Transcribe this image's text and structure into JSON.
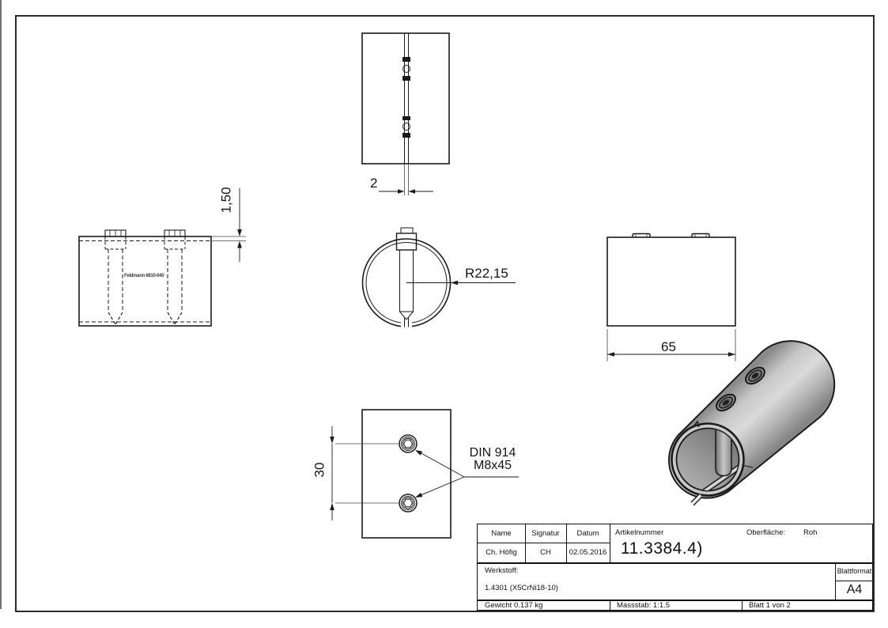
{
  "dims": {
    "slot_width": "2",
    "wall_thickness": "1,50",
    "radius": "R22,15",
    "length": "65",
    "screw_spacing": "30"
  },
  "note": {
    "line1": "DIN 914",
    "line2": "M8x45"
  },
  "watermark": "Feldmann 8810-040",
  "title_block": {
    "headers": {
      "name": "Name",
      "signatur": "Signatur",
      "datum": "Datum",
      "artikelnummer": "Artikelnummer",
      "oberflaeche_label": "Oberfläche:",
      "oberflaeche_value": "Roh"
    },
    "values": {
      "name": "Ch. Höfig",
      "signatur": "CH",
      "datum": "02.05.2016",
      "artikelnummer": "11.3384.4)"
    },
    "werkstoff_label": "Werkstoff:",
    "werkstoff_value": "1.4301 (X5CrNi18-10)",
    "blattformat_label": "Blattformat",
    "blattformat_value": "A4",
    "gewicht": "Gewicht 0.137 kg",
    "massstab": "Massstab: 1:1.5",
    "blatt": "Blatt 1 von 2"
  }
}
